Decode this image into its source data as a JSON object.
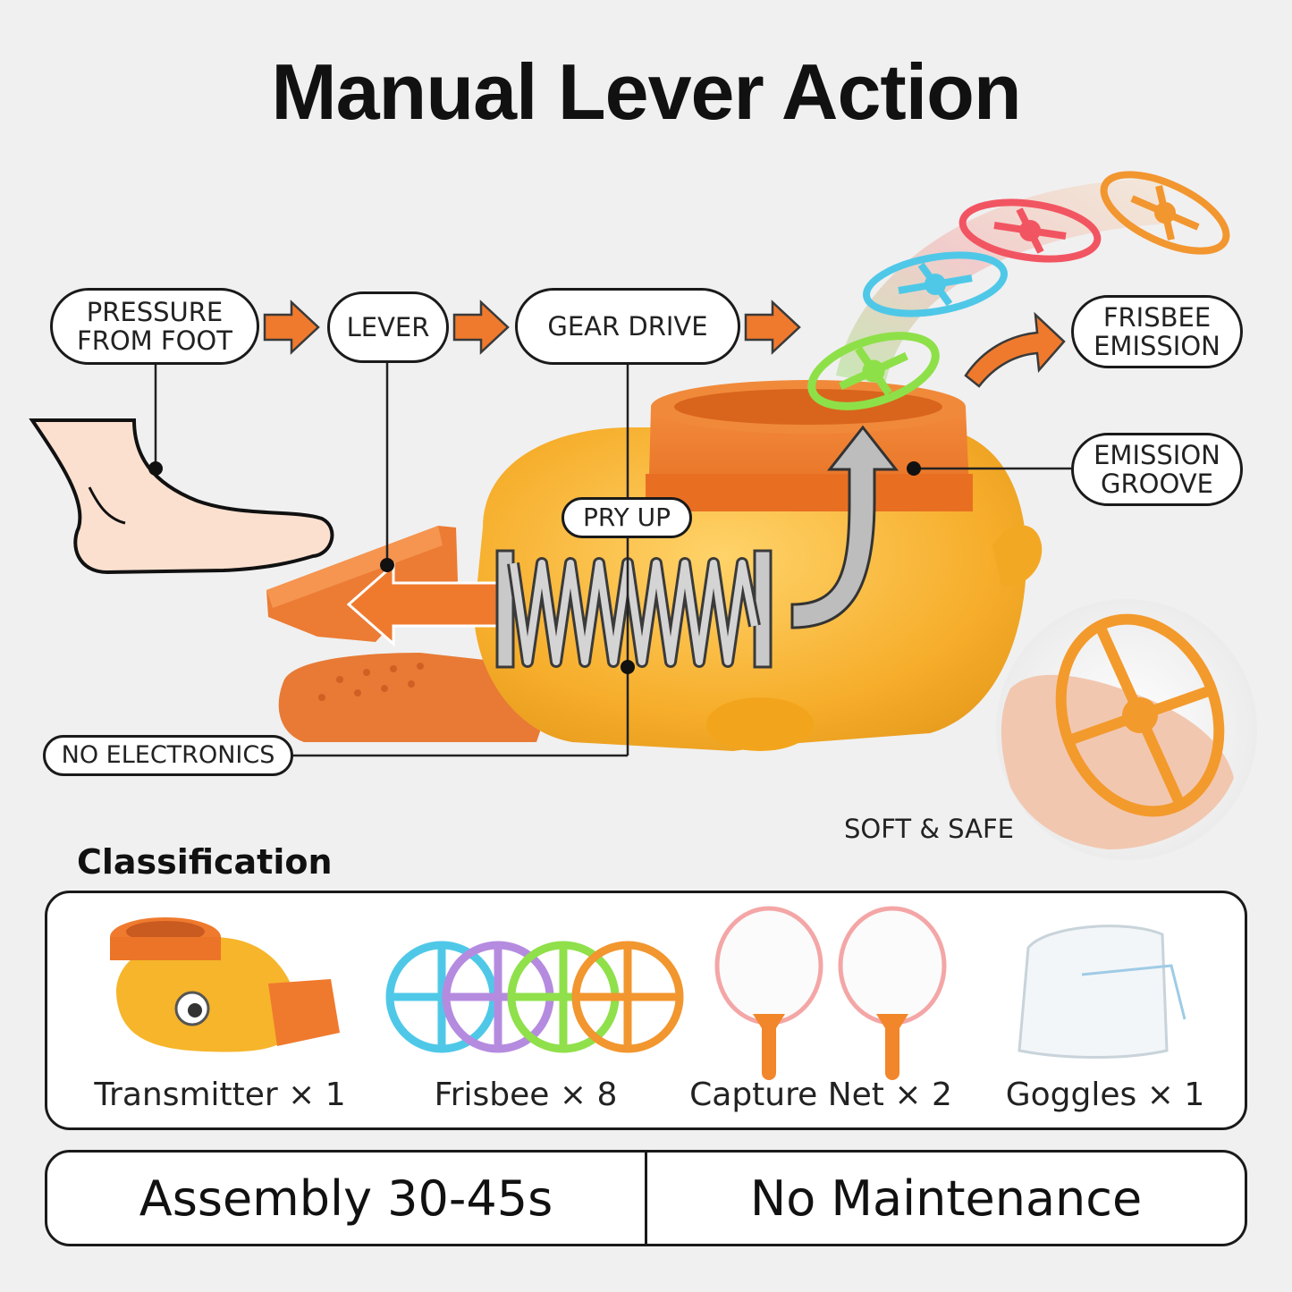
{
  "title": "Manual Lever Action",
  "callouts": {
    "pressure": "PRESSURE\nFROM FOOT",
    "lever": "LEVER",
    "gear": "GEAR DRIVE",
    "frisbee_emission": "FRISBEE\nEMISSION",
    "emission_groove": "EMISSION\nGROOVE",
    "pry_up": "PRY UP",
    "no_electronics": "NO ELECTRONICS",
    "soft_safe": "SOFT & SAFE"
  },
  "classification": {
    "heading": "Classification",
    "items": [
      {
        "label": "Transmitter × 1"
      },
      {
        "label": "Frisbee × 8"
      },
      {
        "label": "Capture Net × 2"
      },
      {
        "label": "Goggles × 1"
      }
    ]
  },
  "footer": {
    "left": "Assembly 30-45s",
    "right": "No Maintenance"
  },
  "colors": {
    "orange": "#ee7a2c",
    "yellow": "#f7b52a",
    "green": "#8fe04a",
    "blue": "#45c7e6",
    "red": "#f0505a",
    "purple": "#b58be0"
  }
}
